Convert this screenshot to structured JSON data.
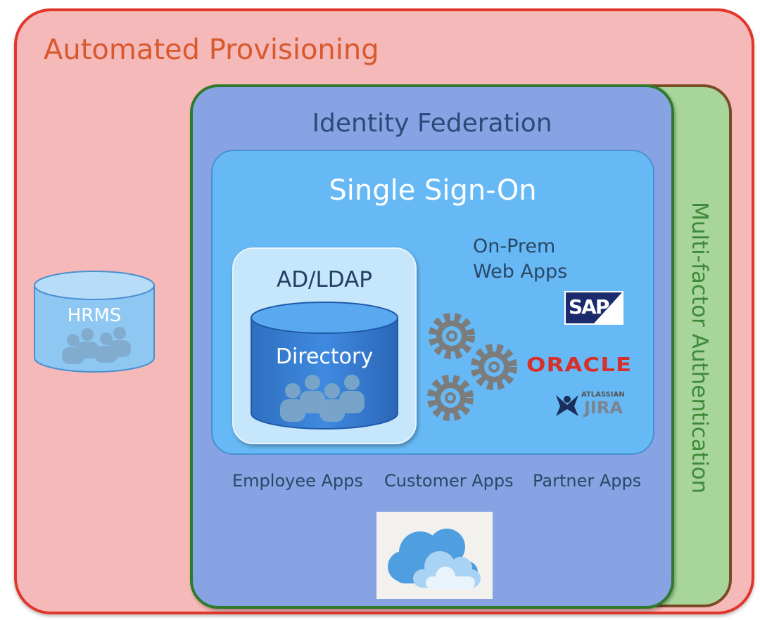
{
  "outer": {
    "title": "Automated Provisioning"
  },
  "mfa": {
    "title": "Multi-factor Authentication"
  },
  "federation": {
    "title": "Identity Federation"
  },
  "sso": {
    "title": "Single Sign-On",
    "onprem_line1": "On-Prem",
    "onprem_line2": "Web Apps"
  },
  "ad": {
    "title": "AD/LDAP",
    "directory": "Directory"
  },
  "hrms": {
    "label": "HRMS"
  },
  "logos": {
    "sap": "SAP",
    "oracle": "ORACLE",
    "jira_top": "ATLASSIAN",
    "jira": "JIRA"
  },
  "apps": [
    "Employee Apps",
    "Customer Apps",
    "Partner Apps"
  ],
  "colors": {
    "red": "#e2362b",
    "green": "#2f7a2a",
    "federation": "#87a3e3",
    "sso": "#66b9f5"
  }
}
